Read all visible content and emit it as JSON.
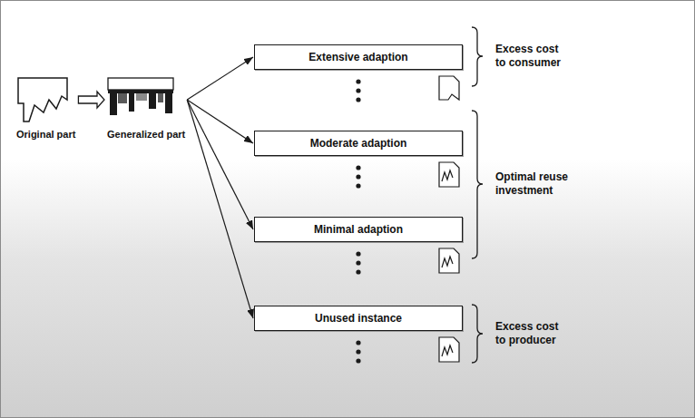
{
  "diagram": {
    "nodes": [
      {
        "text": [
          "Original part"
        ]
      },
      {
        "text": [
          "Generalized part"
        ]
      },
      {
        "text": [
          "Extensive adaption"
        ]
      },
      {
        "text": [
          "Moderate adaption"
        ]
      },
      {
        "text": [
          "Minimal adaption"
        ]
      },
      {
        "text": [
          "Unused instance"
        ]
      }
    ],
    "edges": [
      {
        "from": 0,
        "to": 1,
        "arrow": "to"
      },
      {
        "from": 1,
        "to": 2,
        "arrow": "to"
      },
      {
        "from": 1,
        "to": 3,
        "arrow": "to"
      },
      {
        "from": 1,
        "to": 4,
        "arrow": "to"
      },
      {
        "from": 1,
        "to": 5,
        "arrow": "to"
      }
    ],
    "labels": [
      "Excess cost to consumer",
      "Optimal reuse investment",
      "Excess cost to producer"
    ]
  }
}
